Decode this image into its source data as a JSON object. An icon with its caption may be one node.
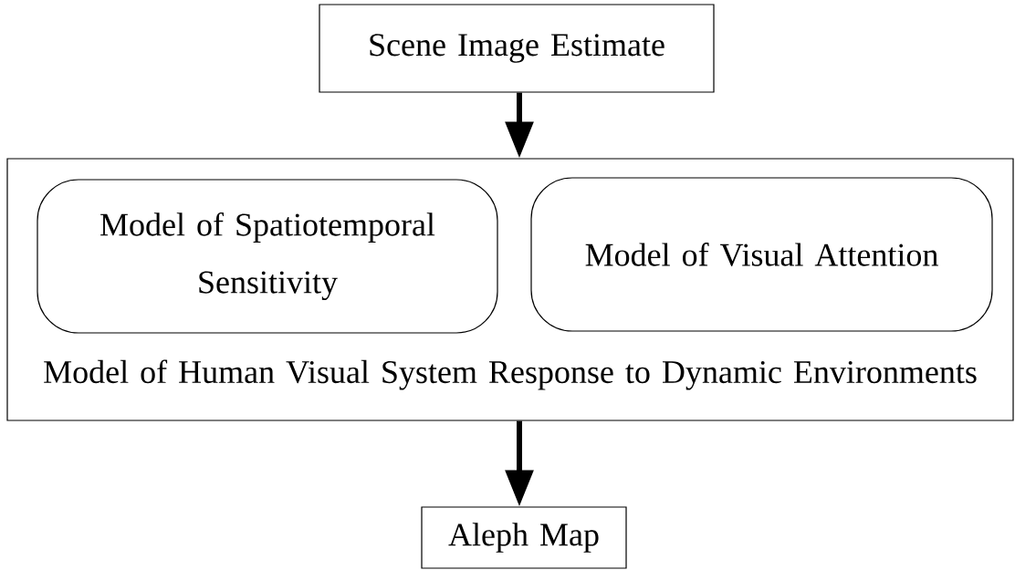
{
  "diagram": {
    "nodes": [
      {
        "text": [
          "Scene Image Estimate"
        ]
      },
      {
        "text": [
          "Model of Human Visual System Response to Dynamic Environments"
        ]
      },
      {
        "text": [
          "Model of Spatiotemporal Sensitivity"
        ],
        "in": 1
      },
      {
        "text": [
          "Model of Visual Attention"
        ],
        "in": 1
      },
      {
        "text": [
          "Aleph Map"
        ]
      }
    ],
    "edges": [
      {
        "from": 0,
        "to": 1,
        "arrow": "to"
      },
      {
        "from": 1,
        "to": 4,
        "arrow": "to"
      }
    ]
  }
}
